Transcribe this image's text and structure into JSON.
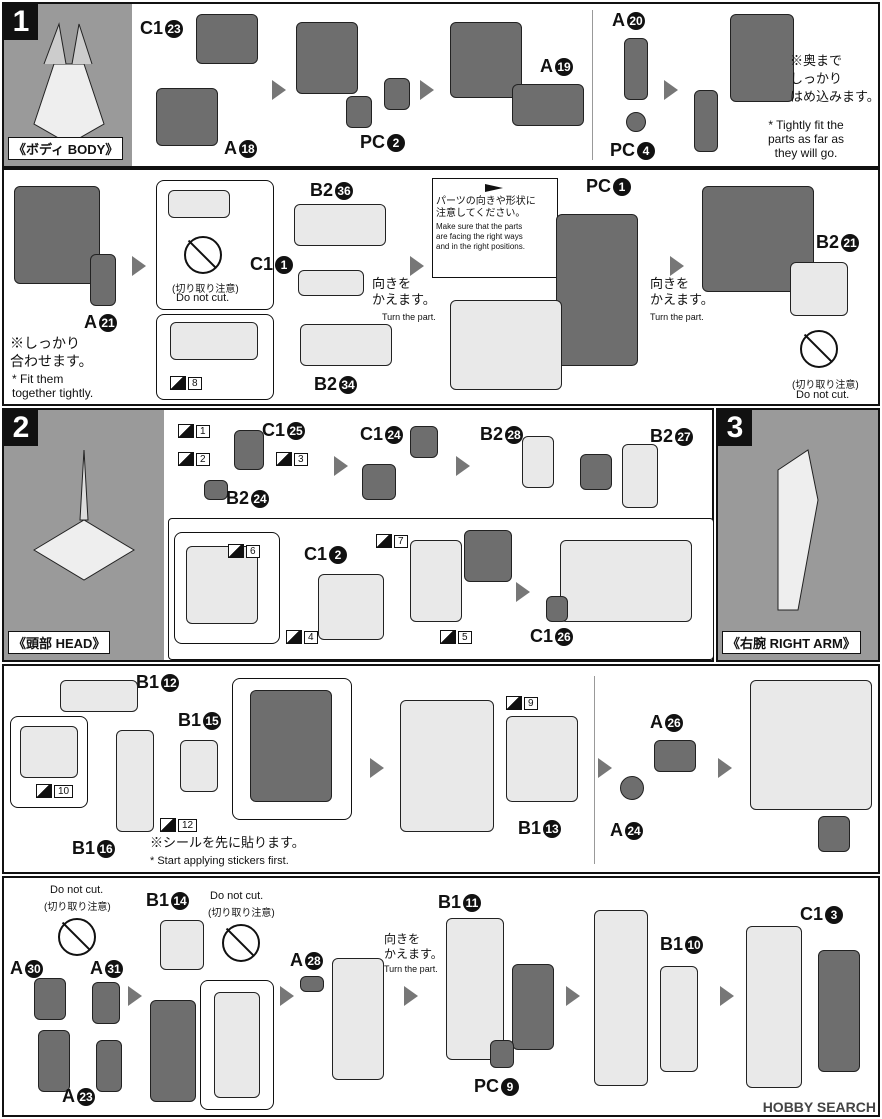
{
  "step1": {
    "num": "1",
    "caption": "《ボディ BODY》",
    "labels": {
      "c1_23": "C1",
      "c1_23_n": "23",
      "a18": "A",
      "a18_n": "18",
      "pc2": "PC",
      "pc2_n": "2",
      "a19": "A",
      "a19_n": "19",
      "a20": "A",
      "a20_n": "20",
      "pc4": "PC",
      "pc4_n": "4",
      "b2_36": "B2",
      "b2_36_n": "36",
      "c1_1": "C1",
      "c1_1_n": "1",
      "b2_34": "B2",
      "b2_34_n": "34",
      "a21": "A",
      "a21_n": "21",
      "pc1": "PC",
      "pc1_n": "1",
      "b2_21": "B2",
      "b2_21_n": "21"
    },
    "note_fit_jp": "※奥まで\nしっかり\nはめ込みます。",
    "note_fit_en": "* Tightly fit the\nparts as far as\nthey will go.",
    "note_together_jp": "※しっかり\n合わせます。",
    "note_together_en": "* Fit them\ntogether tightly.",
    "nocut_jp": "(切り取り注意)",
    "nocut_en": "Do not cut.",
    "turn_jp": "向きを\nかえます。",
    "turn_en": "Turn the part.",
    "warn_jp": "パーツの向きや形状に\n注意してください。",
    "warn_en": "Make sure that the parts\nare facing the right ways\nand in the right positions.",
    "sticker8": "8"
  },
  "step2": {
    "num": "2",
    "caption": "《頭部 HEAD》",
    "labels": {
      "c1_25": "C1",
      "c1_25_n": "25",
      "b2_24": "B2",
      "b2_24_n": "24",
      "c1_24": "C1",
      "c1_24_n": "24",
      "b2_28": "B2",
      "b2_28_n": "28",
      "b2_27": "B2",
      "b2_27_n": "27",
      "c1_2": "C1",
      "c1_2_n": "2",
      "c1_26": "C1",
      "c1_26_n": "26"
    },
    "stickers": [
      "1",
      "2",
      "3",
      "4",
      "5",
      "6",
      "7"
    ]
  },
  "step3": {
    "num": "3",
    "caption": "《右腕 RIGHT ARM》",
    "labels": {
      "b1_12": "B1",
      "b1_12_n": "12",
      "b1_15": "B1",
      "b1_15_n": "15",
      "b1_16": "B1",
      "b1_16_n": "16",
      "b1_13": "B1",
      "b1_13_n": "13",
      "a26": "A",
      "a26_n": "26",
      "a24": "A",
      "a24_n": "24",
      "a30": "A",
      "a30_n": "30",
      "a31": "A",
      "a31_n": "31",
      "a23": "A",
      "a23_n": "23",
      "b1_14": "B1",
      "b1_14_n": "14",
      "a28": "A",
      "a28_n": "28",
      "b1_11": "B1",
      "b1_11_n": "11",
      "pc9": "PC",
      "pc9_n": "9",
      "b1_10": "B1",
      "b1_10_n": "10",
      "c1_3": "C1",
      "c1_3_n": "3"
    },
    "sticker_note_jp": "※シールを先に貼ります。",
    "sticker_note_en": "* Start applying stickers first.",
    "stickers": [
      "9",
      "10",
      "12"
    ],
    "nocut_en": "Do not cut.",
    "nocut_jp": "(切り取り注意)",
    "turn_jp": "向きを\nかえます。",
    "turn_en": "Turn the part."
  },
  "watermark": "HOBBY SEARCH"
}
